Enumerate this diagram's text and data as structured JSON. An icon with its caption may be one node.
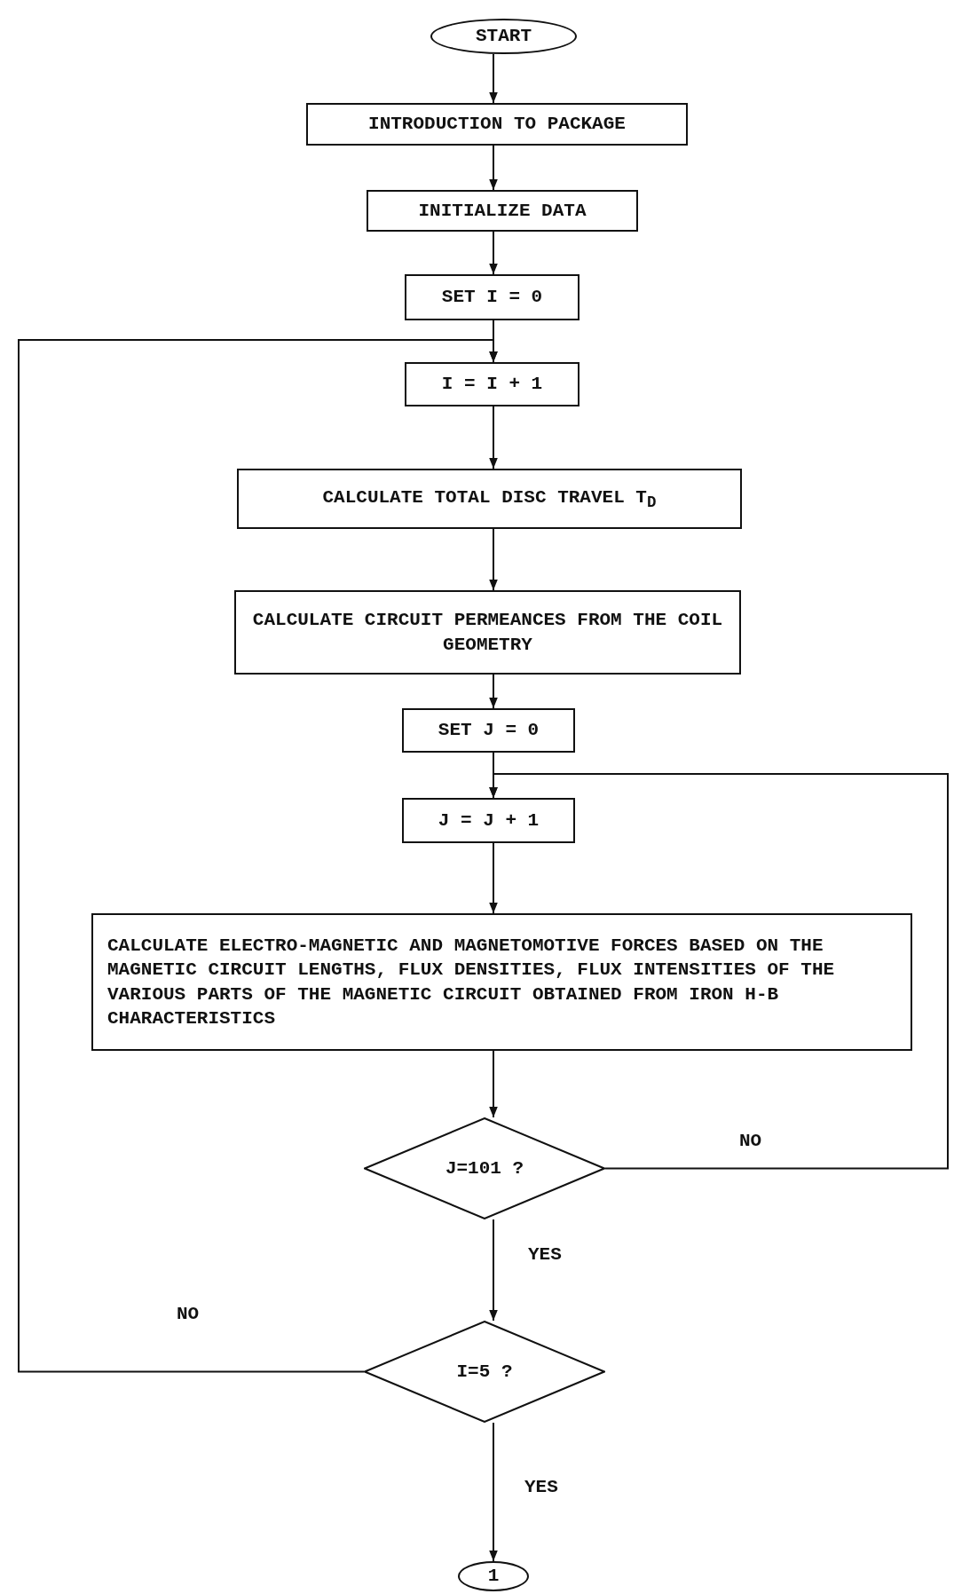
{
  "diagram": {
    "nodes": [
      {
        "text": [
          "START"
        ]
      },
      {
        "text": [
          "INTRODUCTION TO PACKAGE"
        ]
      },
      {
        "text": [
          "INITIALIZE DATA"
        ]
      },
      {
        "text": [
          "SET I = 0"
        ]
      },
      {
        "text": [
          "I = I + 1"
        ]
      },
      {
        "text": [
          "CALCULATE TOTAL DISC TRAVEL T$_{D}$"
        ]
      },
      {
        "text": [
          "CALCULATE CIRCUIT PERMEANCES FROM THE COIL GEOMETRY"
        ]
      },
      {
        "text": [
          "SET J = 0"
        ]
      },
      {
        "text": [
          "J = J + 1"
        ]
      },
      {
        "text": [
          "CALCULATE ELECTRO-MAGNETIC AND MAGNETOMOTIVE FORCES BASED ON THE MAGNETIC CIRCUIT LENGTHS, FLUX DENSITIES, FLUX INTENSITIES OF THE VARIOUS PARTS OF THE MAGNETIC CIRCUIT OBTAINED FROM IRON H-B CHARACTERISTICS"
        ]
      },
      {
        "text": [
          "J=101 ?"
        ]
      },
      {
        "text": [
          "I=5 ?"
        ]
      },
      {
        "text": [
          "1"
        ]
      }
    ],
    "edges": [
      {
        "from": 0,
        "to": 1,
        "arrow": "to"
      },
      {
        "from": 1,
        "to": 2,
        "arrow": "to"
      },
      {
        "from": 2,
        "to": 3,
        "arrow": "to"
      },
      {
        "from": 3,
        "to": 4,
        "arrow": "to"
      },
      {
        "from": 4,
        "to": 5,
        "arrow": "to"
      },
      {
        "from": 5,
        "to": 6,
        "arrow": "to"
      },
      {
        "from": 6,
        "to": 7,
        "arrow": "to"
      },
      {
        "from": 7,
        "to": 8,
        "arrow": "to"
      },
      {
        "from": 8,
        "to": 9,
        "arrow": "to"
      },
      {
        "from": 9,
        "to": 10,
        "arrow": "to"
      },
      {
        "from": 10,
        "to": 11,
        "label": "YES",
        "arrow": "to"
      },
      {
        "from": 10,
        "to": 8,
        "label": "NO",
        "arrow": "to"
      },
      {
        "from": 11,
        "to": 12,
        "label": "YES",
        "arrow": "to"
      },
      {
        "from": 11,
        "to": 4,
        "label": "NO",
        "arrow": "to"
      }
    ]
  }
}
